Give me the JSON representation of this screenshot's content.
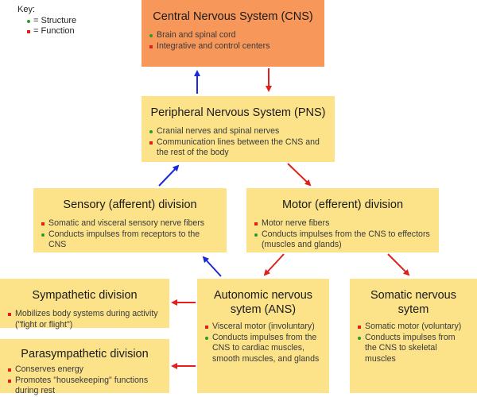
{
  "key": {
    "title": "Key:",
    "structure": "= Structure",
    "function": "= Function",
    "colors": {
      "structure": "#2a9a2a",
      "function": "#e0201a"
    }
  },
  "cns": {
    "title": "Central Nervous System (CNS)",
    "items": [
      {
        "type": "structure",
        "text": "Brain and spinal cord"
      },
      {
        "type": "function",
        "text": "Integrative and control centers"
      }
    ]
  },
  "pns": {
    "title": "Peripheral Nervous System (PNS)",
    "items": [
      {
        "type": "structure",
        "text": "Cranial nerves and spinal nerves"
      },
      {
        "type": "function",
        "text": "Communication lines between the CNS and the rest of the body"
      }
    ]
  },
  "sensory": {
    "title": "Sensory (afferent) division",
    "items": [
      {
        "type": "function",
        "text": "Somatic and visceral sensory nerve fibers"
      },
      {
        "type": "structure",
        "text": "Conducts impulses from receptors to the CNS"
      }
    ]
  },
  "motor": {
    "title": "Motor (efferent) division",
    "items": [
      {
        "type": "function",
        "text": "Motor nerve fibers"
      },
      {
        "type": "structure",
        "text": "Conducts impulses from the CNS to effectors (muscles and glands)"
      }
    ]
  },
  "sympathetic": {
    "title": "Sympathetic division",
    "items": [
      {
        "type": "function",
        "text": "Mobilizes body systems during activity (\"fight or flight\")"
      }
    ]
  },
  "parasympathetic": {
    "title": "Parasympathetic division",
    "items": [
      {
        "type": "function",
        "text": "Conserves energy"
      },
      {
        "type": "function",
        "text": "Promotes \"housekeeping\" functions during rest"
      }
    ]
  },
  "autonomic": {
    "title": "Autonomic nervous sytem (ANS)",
    "items": [
      {
        "type": "function",
        "text": "Visceral motor (involuntary)"
      },
      {
        "type": "structure",
        "text": "Conducts impulses from the CNS to cardiac muscles, smooth muscles, and glands"
      }
    ]
  },
  "somatic": {
    "title": "Somatic nervous sytem",
    "items": [
      {
        "type": "function",
        "text": "Somatic motor (voluntary)"
      },
      {
        "type": "structure",
        "text": "Conducts impulses from the CNS to skeletal muscles"
      }
    ]
  },
  "colors": {
    "box": "#fce38a",
    "cns_box": "#f7975a",
    "afferent_arrow": "#1a2bd6",
    "efferent_arrow": "#e0201a"
  }
}
